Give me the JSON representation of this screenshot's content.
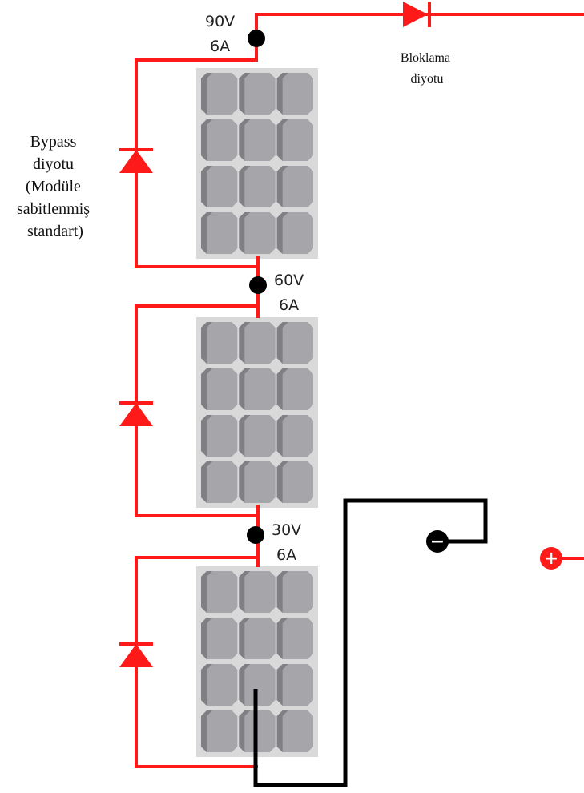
{
  "nodes": [
    {
      "voltage": "90V",
      "current": "6A"
    },
    {
      "voltage": "60V",
      "current": "6A"
    },
    {
      "voltage": "30V",
      "current": "6A"
    }
  ],
  "bypass_diode_label": [
    "Bypass",
    "diyotu",
    "(Modüle",
    "sabitlenmiş",
    "standart)"
  ],
  "blocking_diode_label": [
    "Bloklama",
    "diyotu"
  ],
  "terminals": {
    "negative": "−",
    "positive": "+"
  },
  "colors": {
    "positive_wire": "#ff1a1a",
    "negative_wire": "#000000",
    "node_dot": "#000000",
    "panel": "#d9d9da",
    "cell": "#a6a6aa"
  },
  "panels": {
    "count": 3,
    "rows": 4,
    "cols": 3
  }
}
